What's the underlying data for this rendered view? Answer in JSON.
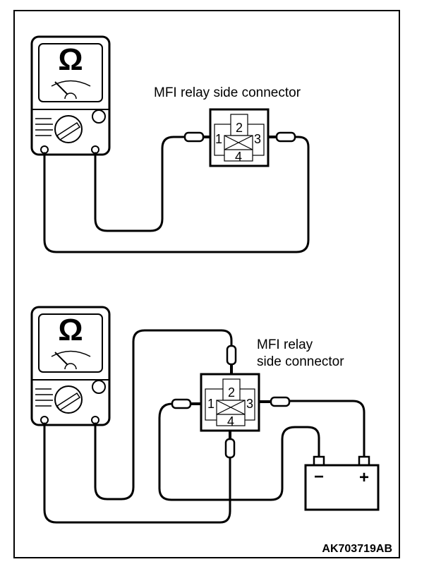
{
  "figure": {
    "id_code": "AK703719AB",
    "colors": {
      "ink": "#000000",
      "background": "#ffffff"
    }
  },
  "panels": [
    {
      "name": "resistance-check-terminals-1-3",
      "meter": {
        "symbol": "Ω",
        "type": "ohmmeter"
      },
      "connector_label": "MFI relay side connector",
      "terminals": [
        "1",
        "2",
        "3",
        "4"
      ],
      "probed_terminals": [
        "1",
        "3"
      ]
    },
    {
      "name": "resistance-check-with-battery",
      "meter": {
        "symbol": "Ω",
        "type": "ohmmeter"
      },
      "connector_label_line1": "MFI relay",
      "connector_label_line2": "side connector",
      "terminals": [
        "1",
        "2",
        "3",
        "4"
      ],
      "probed_terminals": [
        "2",
        "4"
      ],
      "battery": {
        "negative_label": "−",
        "positive_label": "+"
      },
      "battery_connections": {
        "negative": "1",
        "positive": "3"
      }
    }
  ]
}
